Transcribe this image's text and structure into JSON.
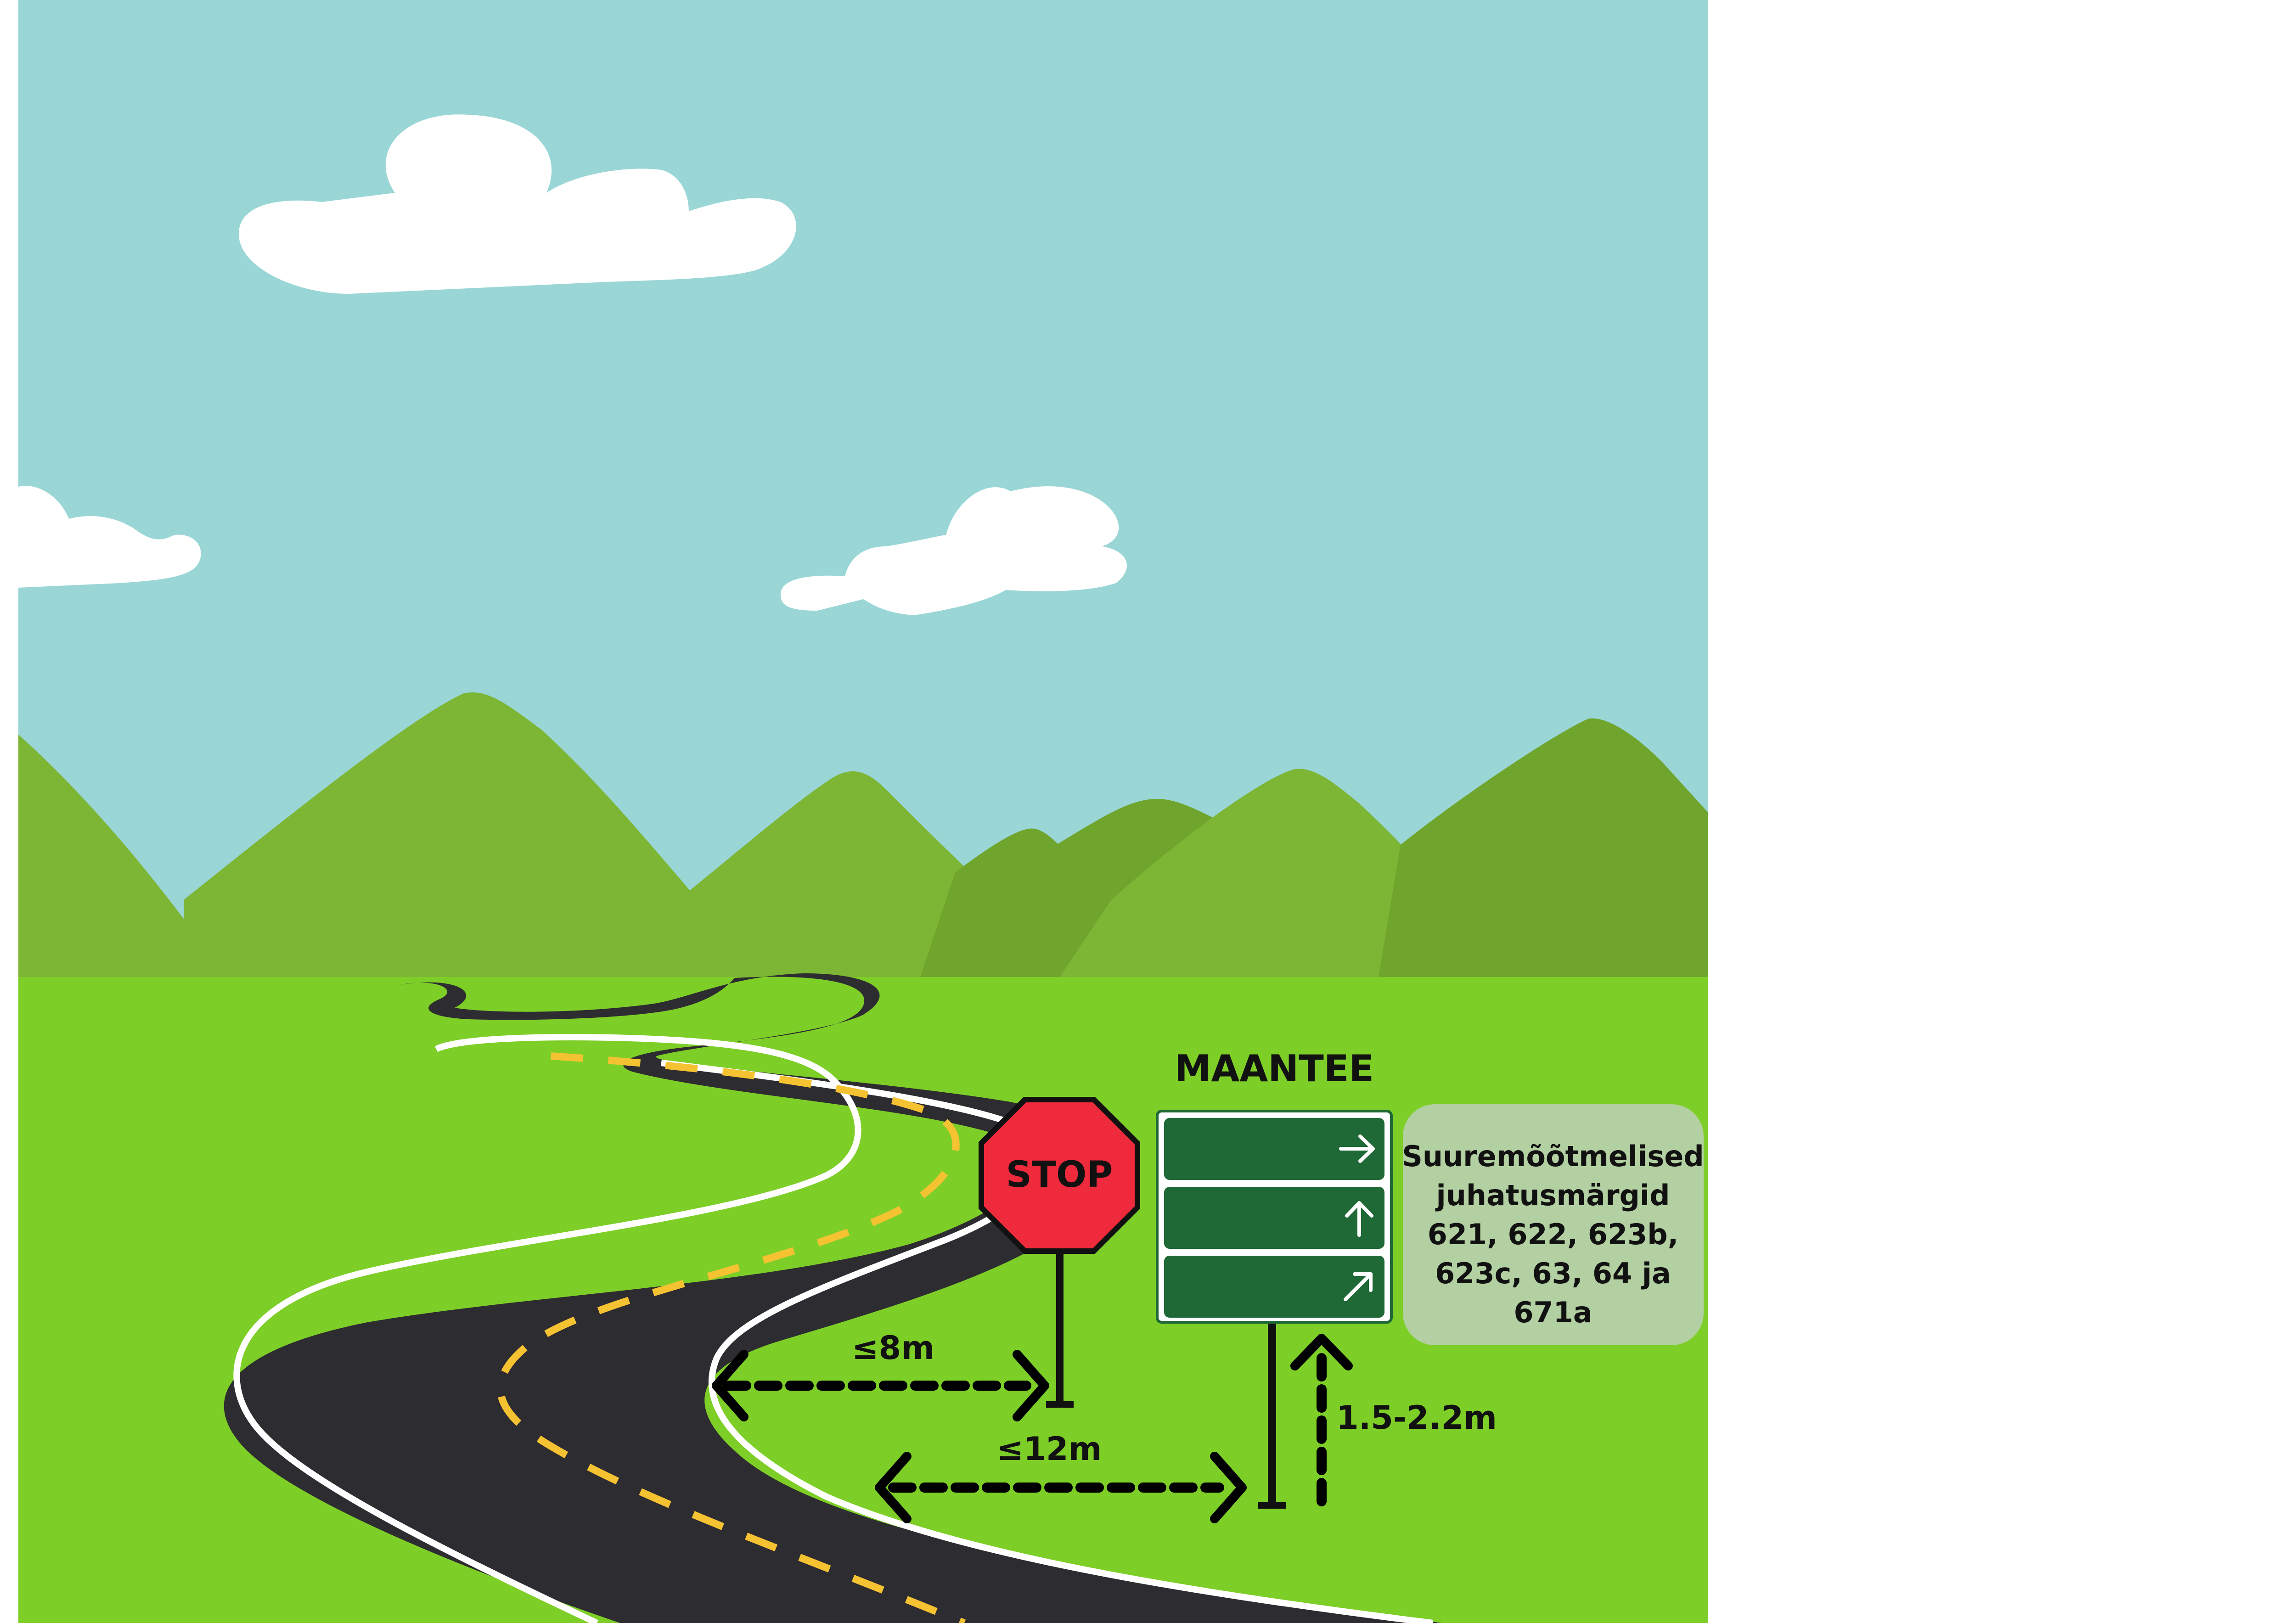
{
  "diagram": {
    "stop_sign": {
      "text": "STOP"
    },
    "guide_sign": {
      "title": "MAANTEE"
    },
    "info_box": {
      "lines": [
        "Suuremõõtmelised",
        "juhatusmärgid",
        "621, 622, 623b,",
        "623c, 63, 64 ja",
        "671a"
      ]
    },
    "measurements": {
      "stop_distance": "≤8m",
      "guide_distance": "≤12m",
      "guide_height": "1.5-2.2m"
    }
  },
  "colors": {
    "sky": "#9AD6D6",
    "mountain_light": "#7DB535",
    "mountain_dark": "#6FA52C",
    "grass": "#7ECE28",
    "road": "#2D2C30",
    "road_edge": "#FFFFFF",
    "center_line": "#F5C232",
    "stop_red": "#EE2A3C",
    "guide_green": "#1F6937",
    "info_box": "#B2D0A1",
    "cloud": "#FFFFFF"
  }
}
